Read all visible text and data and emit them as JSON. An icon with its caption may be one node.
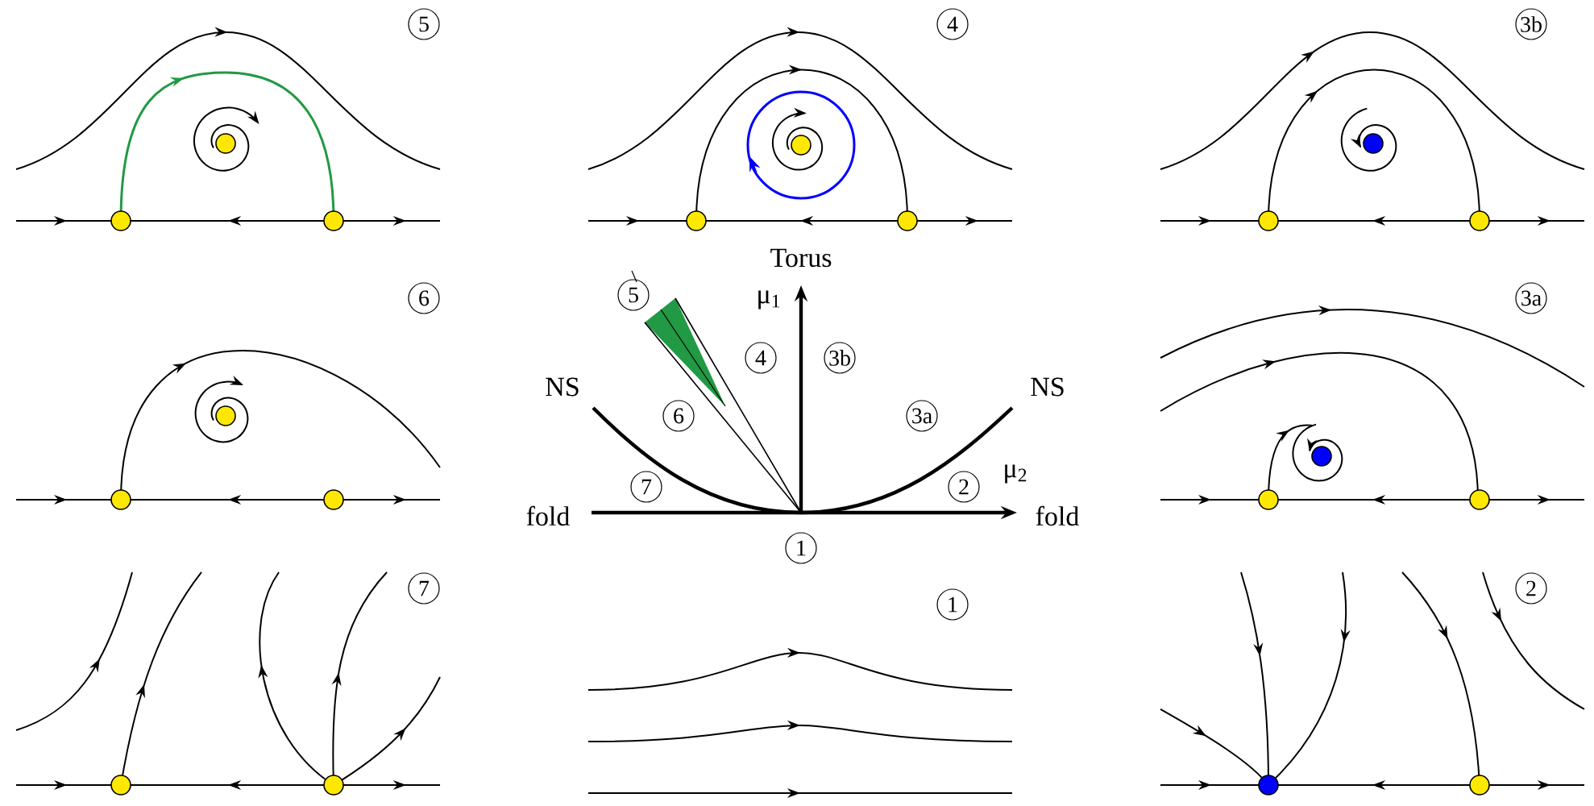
{
  "diagram": {
    "labels": [
      "5",
      "4",
      "3b",
      "Torus",
      "6",
      "5",
      "μ$_{1}$",
      "3a",
      "4",
      "3b",
      "NS",
      "NS",
      "6",
      "3a",
      "μ$_{2}$",
      "7",
      "2",
      "fold",
      "fold",
      "1",
      "7",
      "2",
      "1"
    ]
  }
}
